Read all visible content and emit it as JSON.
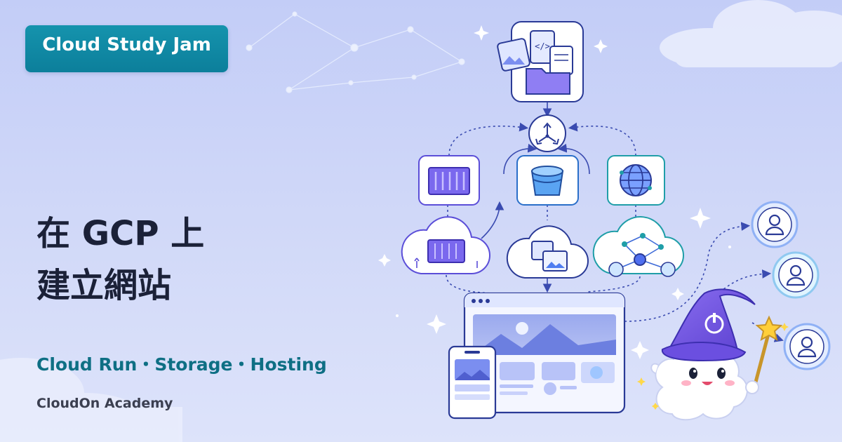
{
  "badge": {
    "label": "Cloud Study Jam"
  },
  "headline": {
    "line1": "在 GCP 上",
    "line2": "建立網站"
  },
  "subtitle": {
    "text": "Cloud Run・Storage・Hosting"
  },
  "footer": {
    "org": "CloudOn Academy"
  },
  "colors": {
    "background": "#c9d2f8",
    "badge": "#1189a4",
    "headline": "#1b2138",
    "subtitle": "#0e6f84",
    "purple": "#6b5ce7",
    "teal": "#1f9ea8",
    "navy": "#2a3a96"
  },
  "icons": [
    "files-folder-icon",
    "distribute-icon",
    "container-icon",
    "bucket-icon",
    "globe-network-icon",
    "cloud-run-icon",
    "cloud-storage-icon",
    "cloud-hosting-icon",
    "website-browser-icon",
    "mobile-phone-icon",
    "user-globe-icon",
    "wizard-cloud-mascot"
  ]
}
